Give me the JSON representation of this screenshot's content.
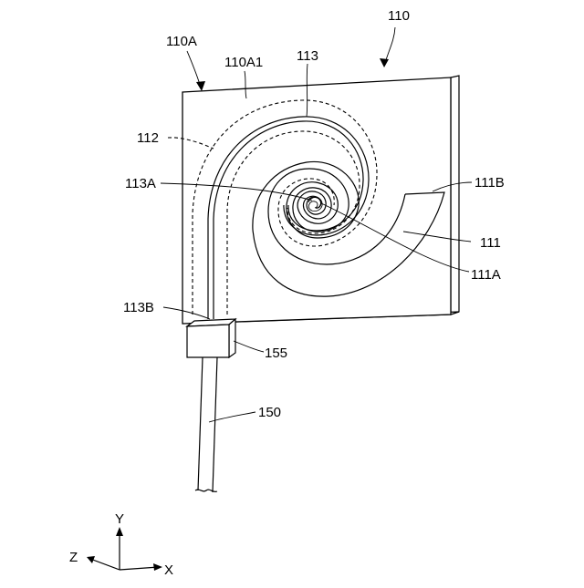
{
  "labels": {
    "antenna_device": "110",
    "substrate": "110A",
    "substrate_surface": "110A1",
    "ground_region": "112",
    "conductor_line": "113",
    "line_inner_end": "113A",
    "line_outer_end": "113B",
    "radiating_element": "111",
    "element_inner_end": "111A",
    "element_outer_end": "111B",
    "connector": "155",
    "cable": "150"
  },
  "axes": {
    "x": "X",
    "y": "Y",
    "z": "Z"
  }
}
